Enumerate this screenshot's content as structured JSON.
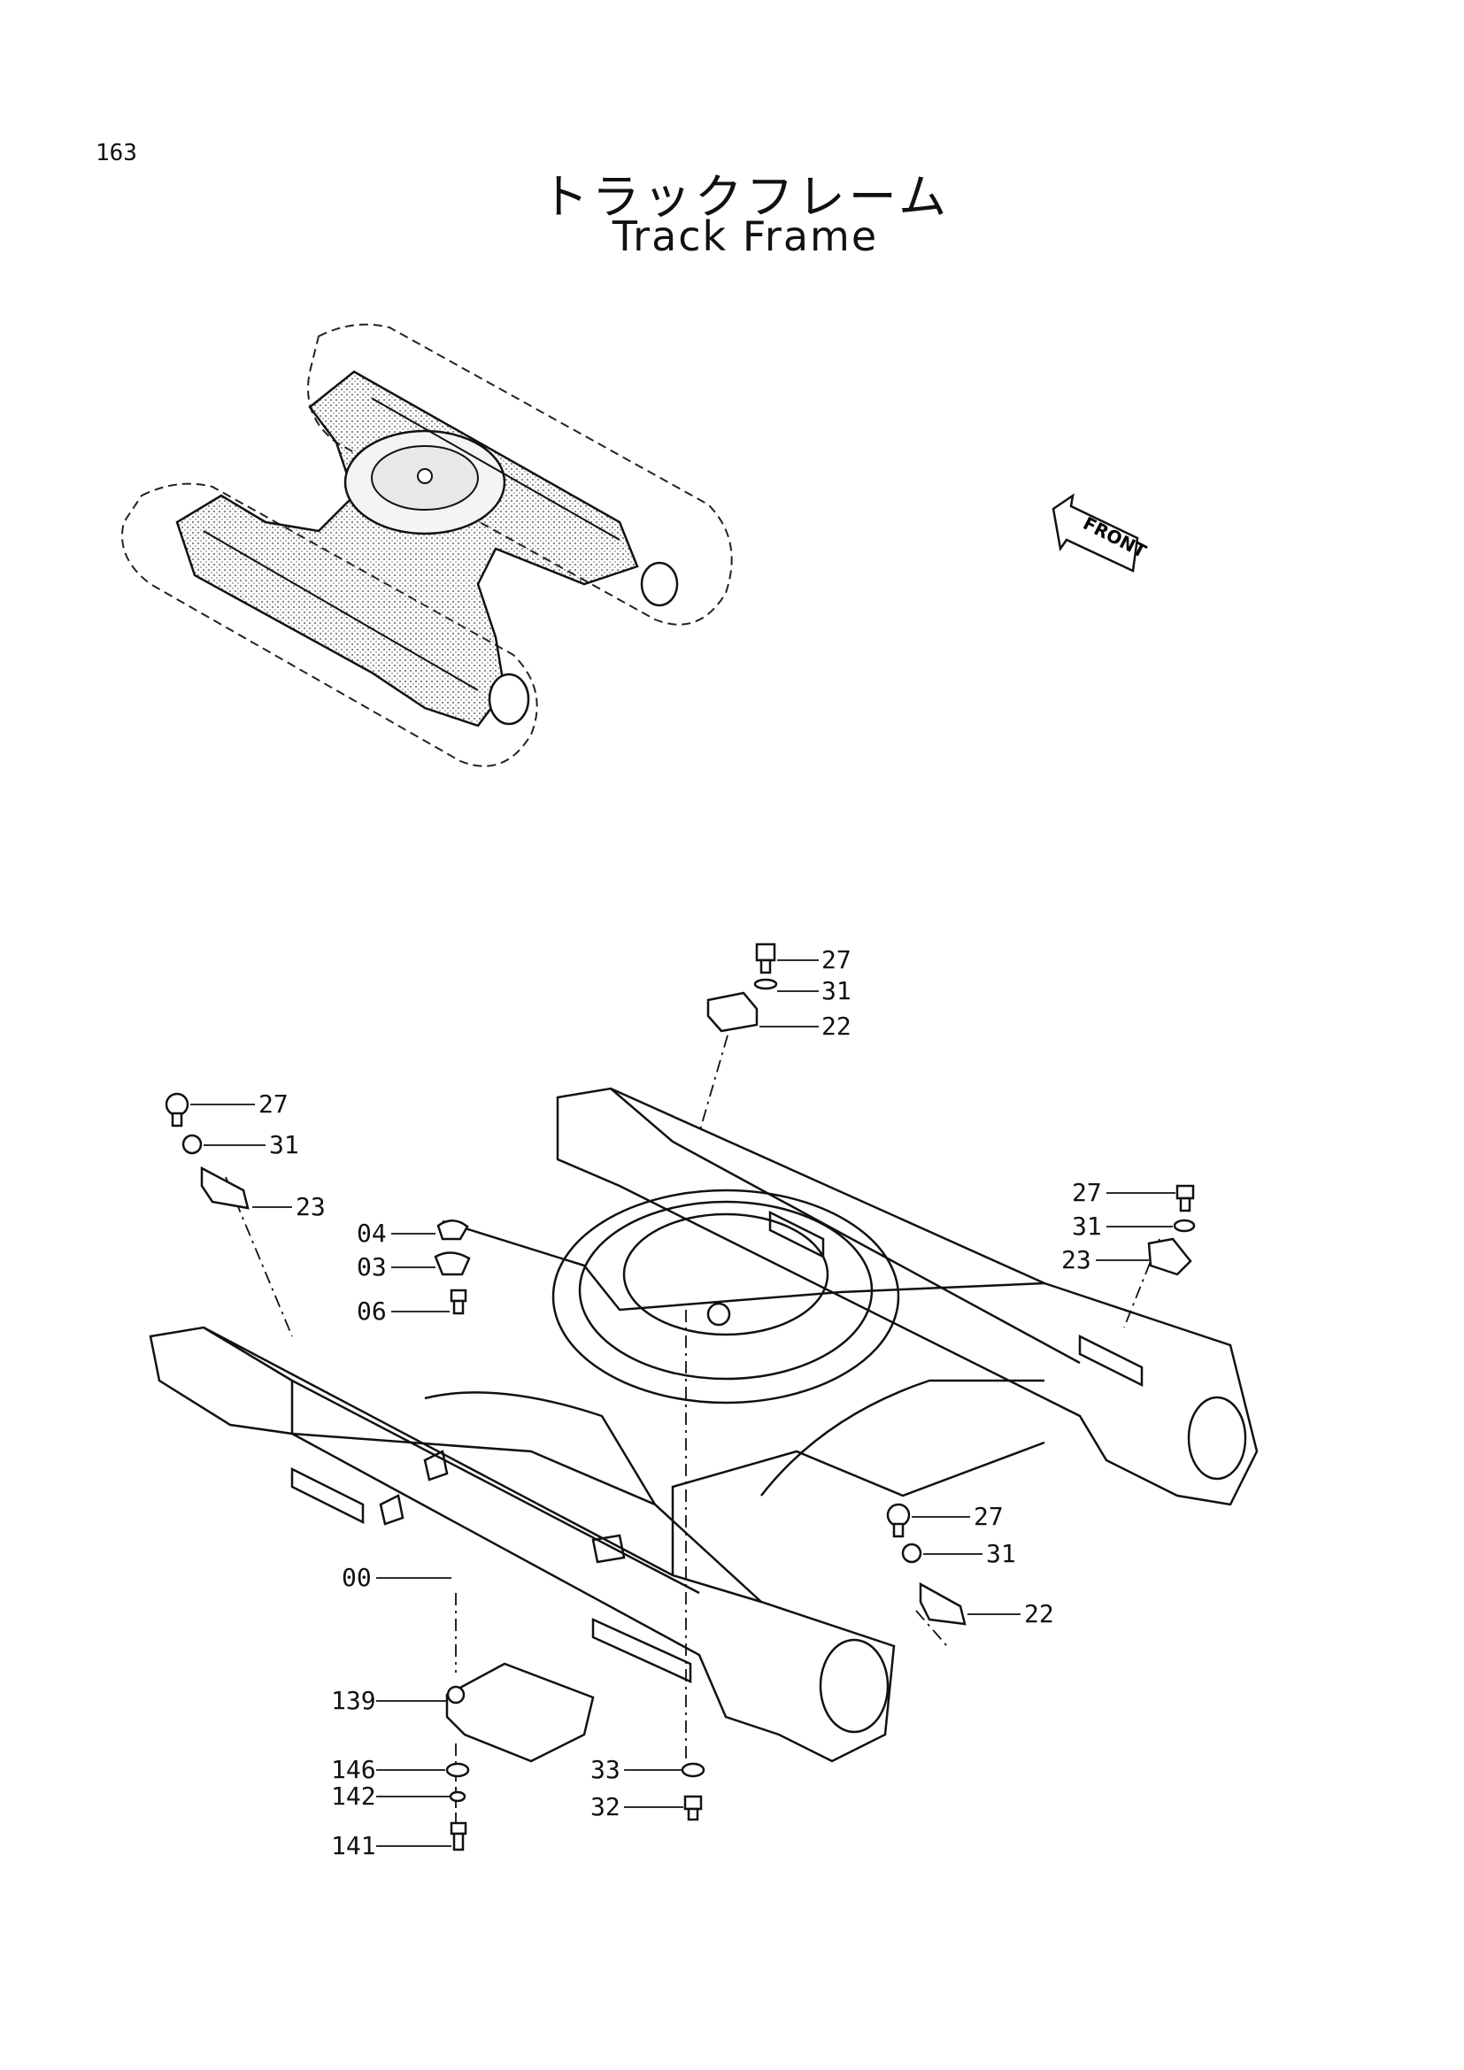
{
  "page_number": "163",
  "title_ja": "トラックフレーム",
  "title_en": "Track Frame",
  "front_arrow_label": "FRONT",
  "callouts": [
    {
      "id": "c27a",
      "text": "27"
    },
    {
      "id": "c31a",
      "text": "31"
    },
    {
      "id": "c22a",
      "text": "22"
    },
    {
      "id": "c27b",
      "text": "27"
    },
    {
      "id": "c31b",
      "text": "31"
    },
    {
      "id": "c23a",
      "text": "23"
    },
    {
      "id": "c04",
      "text": "04"
    },
    {
      "id": "c03",
      "text": "03"
    },
    {
      "id": "c06",
      "text": "06"
    },
    {
      "id": "c27c",
      "text": "27"
    },
    {
      "id": "c31c",
      "text": "31"
    },
    {
      "id": "c23b",
      "text": "23"
    },
    {
      "id": "c27d",
      "text": "27"
    },
    {
      "id": "c31d",
      "text": "31"
    },
    {
      "id": "c22b",
      "text": "22"
    },
    {
      "id": "c00",
      "text": "00"
    },
    {
      "id": "c139",
      "text": "139"
    },
    {
      "id": "c146",
      "text": "146"
    },
    {
      "id": "c142",
      "text": "142"
    },
    {
      "id": "c141",
      "text": "141"
    },
    {
      "id": "c33",
      "text": "33"
    },
    {
      "id": "c32",
      "text": "32"
    }
  ]
}
